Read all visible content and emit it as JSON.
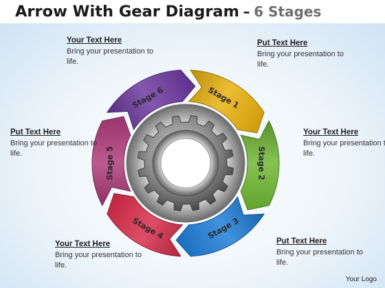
{
  "title": {
    "main": "Arrow With Gear Diagram",
    "dash": "–",
    "sub": "6 Stages"
  },
  "stages": [
    {
      "label": "Stage 1",
      "color": "#e9b10f"
    },
    {
      "label": "Stage 2",
      "color": "#71b735"
    },
    {
      "label": "Stage 3",
      "color": "#1f7fd8"
    },
    {
      "label": "Stage 4",
      "color": "#d92e4a"
    },
    {
      "label": "Stage 5",
      "color": "#b03d7b"
    },
    {
      "label": "Stage 6",
      "color": "#6e3aa0"
    }
  ],
  "callouts": {
    "top_left": {
      "heading": "Your Text Here",
      "body": "Bring your presentation to life."
    },
    "top_right": {
      "heading": "Put Text Here",
      "body": "Bring your presentation to life."
    },
    "mid_left": {
      "heading": "Put Text Here",
      "body": "Bring your presentation to life."
    },
    "mid_right": {
      "heading": "Your Text Here",
      "body": "Bring your presentation to life."
    },
    "bottom_left": {
      "heading": "Your Text Here",
      "body": "Bring your presentation to life."
    },
    "bottom_right": {
      "heading": "Put Text Here",
      "body": "Bring your presentation to life."
    }
  },
  "footer": {
    "logo": "Your Logo"
  },
  "icons": {
    "center": "gear-icon"
  }
}
